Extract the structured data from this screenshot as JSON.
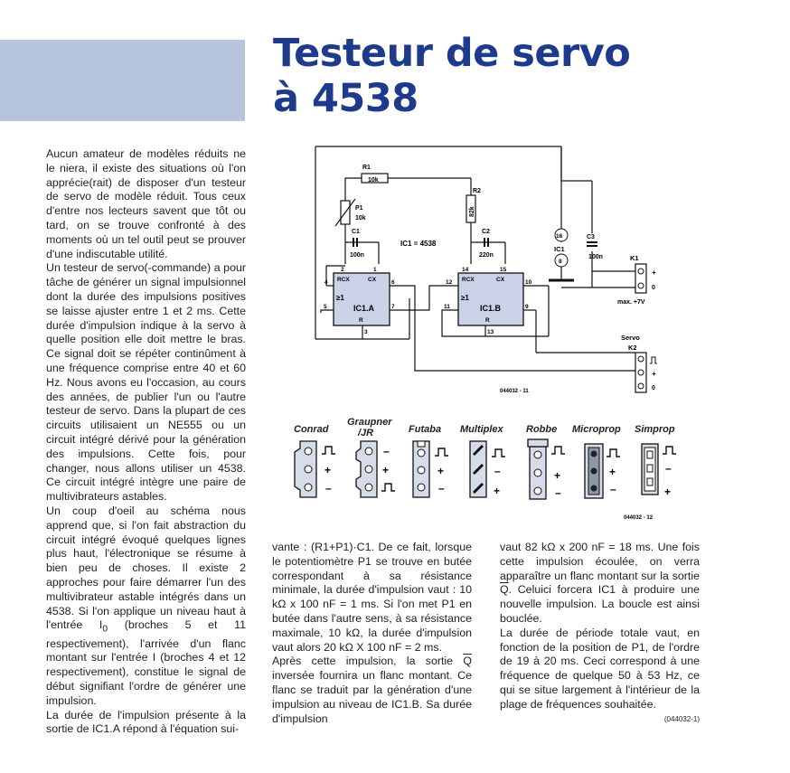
{
  "title": {
    "line1": "Testeur de servo",
    "line2": "à 4538"
  },
  "col1": {
    "p1": "Aucun amateur de modèles réduits ne le niera, il existe des situations où l'on apprécie(rait) de disposer d'un testeur de servo de modèle réduit. Tous ceux d'entre nos lecteurs savent que tôt ou tard, on se trouve confronté à des moments où un tel outil peut se prouver d'une indiscutable utilité.",
    "p2": "Un testeur de servo(-commande) a pour tâche de générer un signal impulsionnel dont la durée des impulsions positives se laisse ajuster entre 1 et 2 ms. Cette durée d'impulsion indique à la servo à quelle position elle doit mettre le bras. Ce signal doit se répéter continûment à une fréquence comprise entre 40 et 60 Hz. Nous avons eu l'occasion, au cours des années, de publier l'un ou l'autre testeur de servo. Dans la plupart de ces circuits utilisaient un NE555 ou un circuit intégré dérivé pour la génération des impulsions. Cette fois, pour changer, nous allons utiliser un 4538. Ce circuit intégré intègre une paire de multivibrateurs astables.",
    "p3": "Un coup d'oeil au schéma nous apprend que, si l'on fait abstraction du circuit intégré évoqué quelques lignes plus haut, l'électronique se résume à bien peu de choses. Il existe 2 approches pour faire démarrer l'un des multivibrateur astable intégrés dans un 4538. Si l'on applique un niveau haut à l'entrée I",
    "p3_sub": "0",
    "p3_end": " (broches 5 et 11 respectivement), l'arrivée d'un flanc montant sur l'entrée I (broches 4 et 12 respectivement), constitue le signal de début signifiant l'ordre de générer une impulsion.",
    "p4": "La durée de l'impulsion présente à la sortie de IC1.A répond à l'équation sui-"
  },
  "col2": {
    "p1": "vante : (R1+P1)·C1. De ce fait, lorsque le potentiomètre P1 se trouve en butée correspondant à sa résistance minimale, la durée d'impulsion vaut : 10 kΩ x 100 nF = 1 ms. Si l'on met P1 en butée dans l'autre sens, à sa résistance maximale, 10 kΩ, la durée d'impulsion vaut alors 20 kΩ X 100 nF = 2 ms.",
    "p2_a": "Après cette impulsion, la sortie ",
    "p2_q": "Q",
    "p2_b": " inversée fournira un flanc montant. Ce flanc se traduit par la génération d'une impulsion au niveau de IC1.B. Sa durée d'impulsion"
  },
  "col3": {
    "p1_a": "vaut 82 kΩ x 200 nF = 18 ms. Une fois cette impulsion écoulée, on verra apparaître un flanc montant sur la sortie ",
    "p1_q": "Q",
    "p1_b": ". Celuici forcera IC1 à produire une nouvelle impulsion. La boucle est ainsi bouclée.",
    "p2": "La durée de période totale vaut, en fonction de la position de P1, de l'ordre de 19 à 20 ms. Ceci correspond à une fréquence de quelque 50 à 53 Hz, ce qui se situe largement à l'intérieur de la plage de fréquences souhaitée.",
    "ref": "(044032-1)"
  },
  "schematic": {
    "r1": "R1",
    "r1_val": "10k",
    "p1": "P1",
    "p1_val": "10k",
    "r2": "R2",
    "r2_val": "82k",
    "c1": "C1",
    "c1_val": "100n",
    "c2": "C2",
    "c2_val": "220n",
    "c3": "C3",
    "c3_val": "100n",
    "ic_label": "IC1 = 4538",
    "ic1a": "IC1.A",
    "ic1b": "IC1.B",
    "ic1": "IC1",
    "rcx": "RCX",
    "cx": "CX",
    "gte1": "≥1",
    "r": "R",
    "pins_a": {
      "p2": "2",
      "p1": "1",
      "p4": "4",
      "p6": "6",
      "p5": "5",
      "p7": "7",
      "p3": "3"
    },
    "pins_b": {
      "p14": "14",
      "p15": "15",
      "p12": "12",
      "p10": "10",
      "p11": "11",
      "p9": "9",
      "p13": "13"
    },
    "pin16": "16",
    "pin8": "8",
    "k1": "K1",
    "k1_max": "max. +7V",
    "servo": "Servo",
    "k2": "K2",
    "plus": "+",
    "zero": "0",
    "code": "044032 - 11"
  },
  "pinouts": {
    "brands": [
      "Conrad",
      "Graupner\n/JR",
      "Futaba",
      "Multiplex",
      "Robbe",
      "Microprop",
      "Simprop"
    ],
    "plus": "+",
    "minus": "–",
    "code": "044032 - 12"
  }
}
